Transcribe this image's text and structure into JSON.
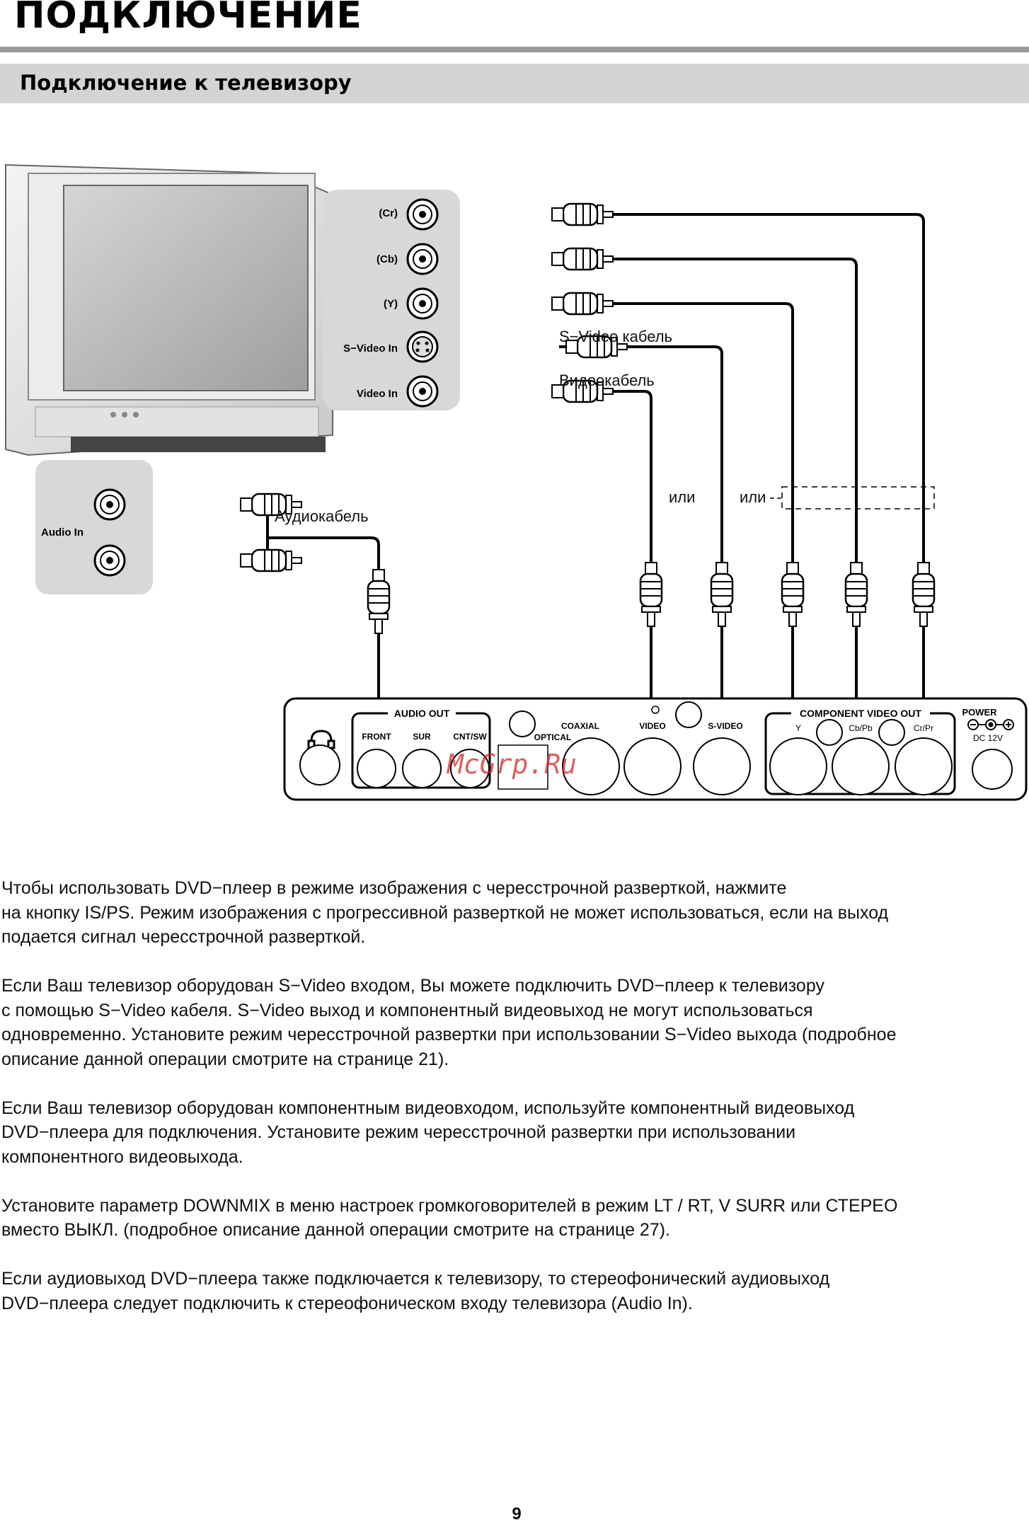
{
  "header": {
    "title": "ПОДКЛЮЧЕНИЕ",
    "section_title": "Подключение к телевизору"
  },
  "diagram": {
    "tv_jacks": [
      "(Cr)",
      "(Cb)",
      "(Y)",
      "S−Video In",
      "Video In"
    ],
    "tv_audio_label": "Audio In",
    "cables": {
      "svideo": "S−Video кабель",
      "video": "Видеокабель",
      "audio": "Аудиокабель"
    },
    "or_label": "или",
    "panel": {
      "audio_out": "AUDIO OUT",
      "front": "FRONT",
      "sur": "SUR",
      "cnt_sw": "CNT/SW",
      "optical": "OPTICAL",
      "coaxial": "COAXIAL",
      "video": "VIDEO",
      "svideo": "S-VIDEO",
      "component": "COMPONENT VIDEO OUT",
      "y": "Y",
      "cb_pb": "Cb/Pb",
      "cr_pr": "Cr/Pr",
      "power": "POWER",
      "dc": "DC 12V"
    },
    "watermark": "McGrp.Ru"
  },
  "body": {
    "paragraphs": [
      [
        "Чтобы использовать DVD−плеер в режиме изображения с чересстрочной разверткой, нажмите",
        "на кнопку IS/PS. Режим изображения с прогрессивной разверткой не может использоваться, если на выход",
        "подается сигнал чересстрочной разверткой."
      ],
      [
        "Если Ваш телевизор оборудован S−Video входом, Вы можете подключить DVD−плеер к телевизору",
        "с помощью S−Video кабеля. S−Video выход и компонентный видеовыход не могут использоваться",
        "одновременно. Установите режим чересстрочной развертки при использовании S−Video выхода (подробное",
        "описание данной операции смотрите на странице 21)."
      ],
      [
        "Если Ваш телевизор оборудован компонентным видеовходом, используйте компонентный видеовыход",
        "DVD−плеера для подключения. Установите режим чересстрочной развертки при использовании",
        "компонентного видеовыхода."
      ],
      [
        "Установите параметр DOWNMIX в меню настроек громкоговорителей в режим LT / RT, V SURR или СТЕРЕО",
        "вместо ВЫКЛ. (подробное описание данной операции смотрите на странице 27)."
      ],
      [
        "Если аудиовыход DVD−плеера также подключается к телевизору, то стереофонический аудиовыход",
        "DVD−плеера следует подключить к стереофоническом входу телевизора (Audio In)."
      ]
    ]
  },
  "footer": {
    "page_number": "9"
  }
}
